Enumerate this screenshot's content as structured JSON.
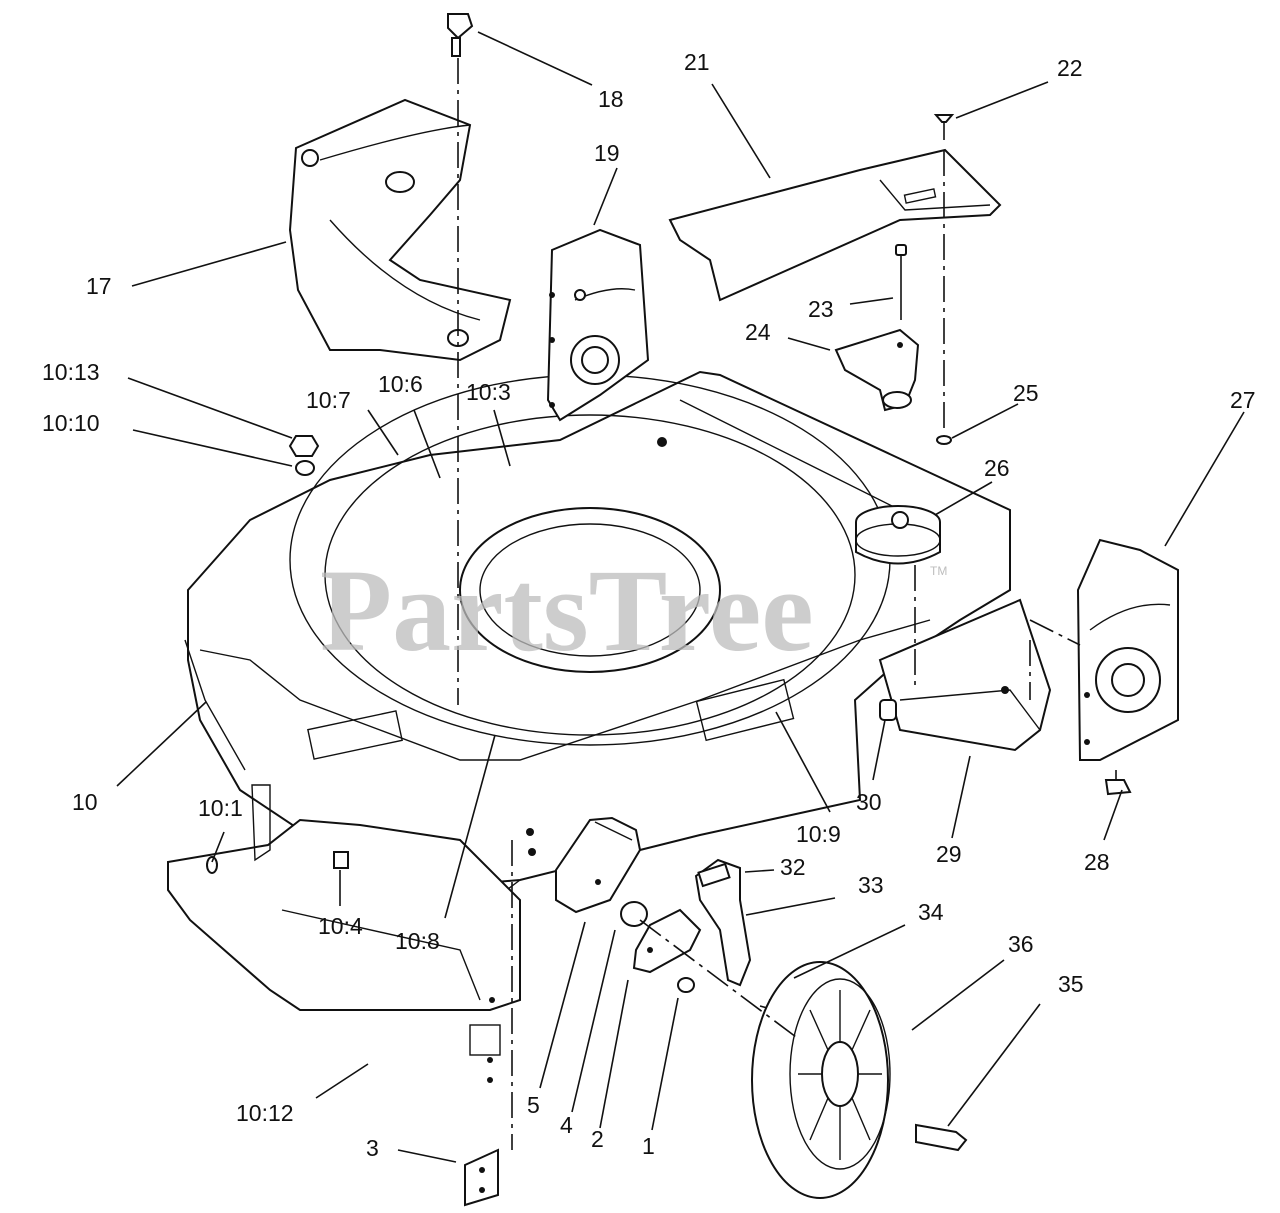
{
  "watermark": {
    "text": "PartsTree",
    "trademark": "TM",
    "color": "#bdbdbd"
  },
  "callouts": {
    "c1": "1",
    "c2": "2",
    "c3": "3",
    "c4": "4",
    "c5": "5",
    "c10": "10",
    "c10_1": "10:1",
    "c10_3": "10:3",
    "c10_4": "10:4",
    "c10_6": "10:6",
    "c10_7": "10:7",
    "c10_8": "10:8",
    "c10_9": "10:9",
    "c10_10": "10:10",
    "c10_12": "10:12",
    "c10_13": "10:13",
    "c17": "17",
    "c18": "18",
    "c19": "19",
    "c21": "21",
    "c22": "22",
    "c23": "23",
    "c24": "24",
    "c25": "25",
    "c26": "26",
    "c27": "27",
    "c28": "28",
    "c29": "29",
    "c30": "30",
    "c32": "32",
    "c33": "33",
    "c34": "34",
    "c35": "35",
    "c36": "36"
  },
  "colors": {
    "line": "#111111",
    "background": "#ffffff"
  }
}
